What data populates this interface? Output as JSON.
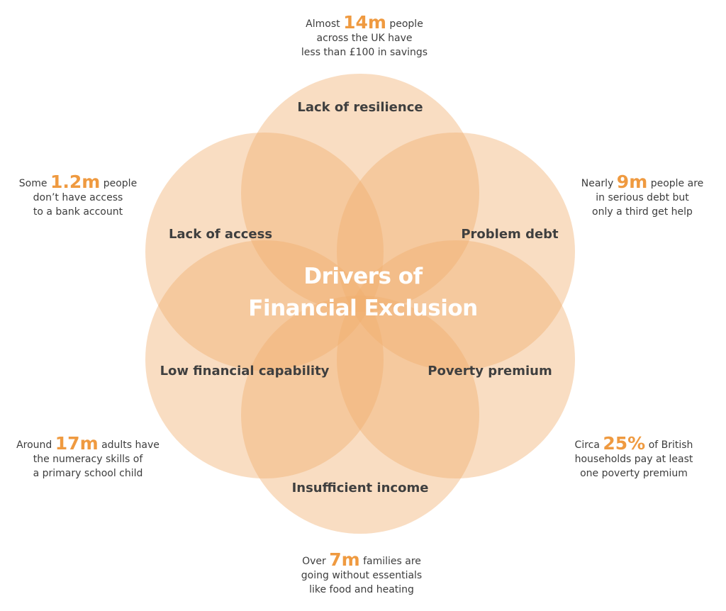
{
  "colors": {
    "petal": "#f0ad6e",
    "highlight": "#ef9a40",
    "text": "#3f3f3f"
  },
  "title": {
    "line1": "Drivers of",
    "line2": "Financial Exclusion"
  },
  "petals": [
    {
      "label": "Lack of resilience",
      "stat": {
        "pre": "Almost",
        "value": "14m",
        "post": "people",
        "line2": "across the UK have",
        "line3": "less than £100 in savings"
      }
    },
    {
      "label": "Problem debt",
      "stat": {
        "pre": "Nearly",
        "value": "9m",
        "post": "people are",
        "line2": "in serious debt but",
        "line3": "only a third get help"
      }
    },
    {
      "label": "Poverty premium",
      "stat": {
        "pre": "Circa",
        "value": "25%",
        "post": "of British",
        "line2": "households pay at least",
        "line3": "one poverty premium"
      }
    },
    {
      "label": "Insufficient income",
      "stat": {
        "pre": "Over",
        "value": "7m",
        "post": "families are",
        "line2": "going without essentials",
        "line3": "like food and heating"
      }
    },
    {
      "label": "Low financial capability",
      "stat": {
        "pre": "Around",
        "value": "17m",
        "post": "adults have",
        "line2": "the numeracy skills of",
        "line3": "a primary school child"
      }
    },
    {
      "label": "Lack of access",
      "stat": {
        "pre": "Some",
        "value": "1.2m",
        "post": "people",
        "line2": "don’t have access",
        "line3": "to a bank account"
      }
    }
  ]
}
